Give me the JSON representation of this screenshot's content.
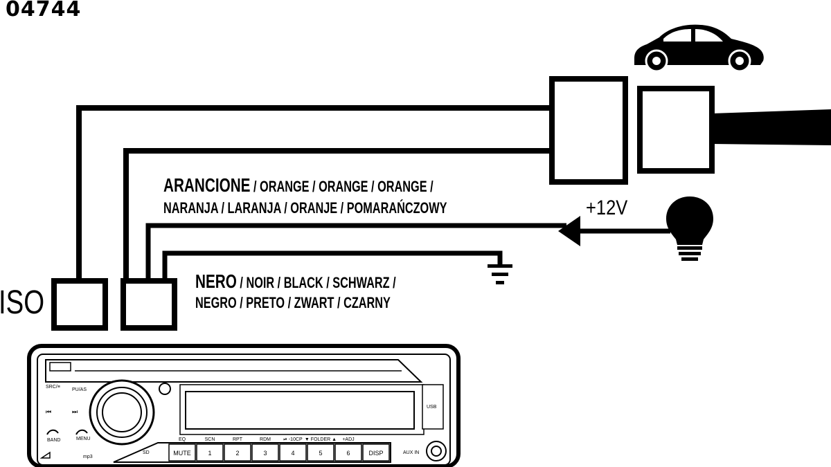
{
  "product_code": "04744",
  "iso_label": "ISO",
  "orange_wire": {
    "first": "ARANCIONE",
    "line1_rest": " / ORANGE / ORANGE / ORANGE /",
    "line2": "NARANJA / LARANJA / ORANJE / POMARAŃCZOWY"
  },
  "black_wire": {
    "first": "NERO",
    "line1_rest": " / NOIR / BLACK / SCHWARZ /",
    "line2": "NEGRO / PRETO / ZWART / CZARNY"
  },
  "voltage_label": "+12V",
  "radio": {
    "top_buttons": [
      "SRC/≡",
      "PU/AS"
    ],
    "nav_buttons": [
      "⏮",
      "⏭"
    ],
    "bottom_buttons": [
      "BAND",
      "MENU"
    ],
    "mp3_label": "mp3",
    "usb_label": "USB",
    "sd_label": "SD",
    "aux_label": "AUX IN",
    "preset_row": [
      "MUTE",
      "1",
      "2",
      "3",
      "4",
      "5",
      "6",
      "DISP"
    ],
    "preset_sublabels": [
      "EQ",
      "SCN",
      "RPT",
      "RDM",
      "⏯ -10CP",
      "▼ FOLDER ▲",
      "+ADJ",
      ""
    ]
  },
  "icons": [
    "car-icon",
    "bulb-icon",
    "ground-icon",
    "arrow-left-icon"
  ]
}
